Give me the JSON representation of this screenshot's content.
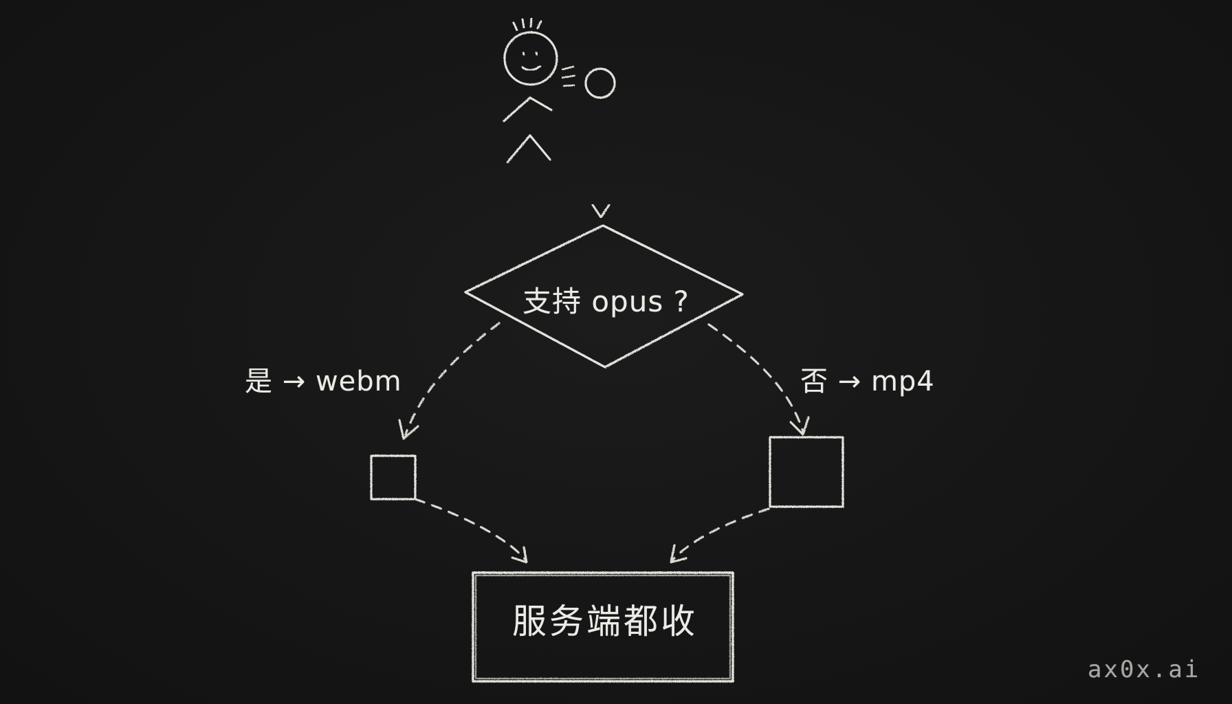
{
  "diagram": {
    "decision": {
      "label": "支持 opus ?"
    },
    "branch_yes": {
      "label": "是 → webm"
    },
    "branch_no": {
      "label": "否 → mp4"
    },
    "server": {
      "label": "服务端都收"
    }
  },
  "watermark": "ax0x.ai",
  "colors": {
    "background": "#151515",
    "chalk": "#e4e2dc"
  },
  "icons": [
    "stick-figure-icon",
    "microphone-icon"
  ]
}
